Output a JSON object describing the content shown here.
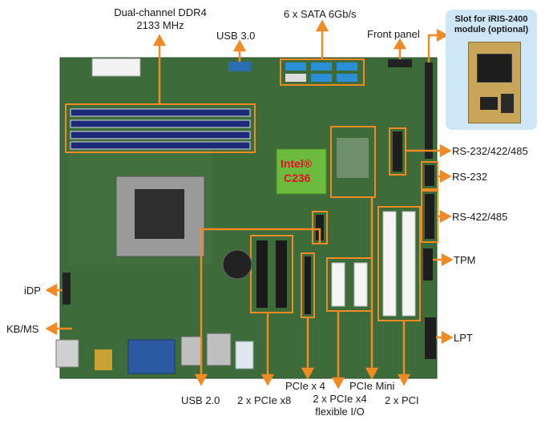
{
  "labels": {
    "ddr4_line1": "Dual-channel DDR4",
    "ddr4_line2": "2133 MHz",
    "usb3": "USB 3.0",
    "sata": "6 x SATA 6Gb/s",
    "front_panel": "Front panel",
    "iris_line1": "Slot for iRIS-2400",
    "iris_line2": "module (optional)",
    "rs232_422_485": "RS-232/422/485",
    "rs232": "RS-232",
    "rs422_485": "RS-422/485",
    "tpm": "TPM",
    "lpt": "LPT",
    "idp": "iDP",
    "kbms": "KB/MS",
    "usb2": "USB 2.0",
    "pcie_x8": "2 x PCIe x8",
    "pcie_x4": "PCIe x 4",
    "pcie_x4_flex_line1": "2 x PCIe x4",
    "pcie_x4_flex_line2": "flexible I/O",
    "pcie_mini": "PCIe Mini",
    "pci": "2 x PCI",
    "chipset_line1": "Intel®",
    "chipset_line2": "C236"
  },
  "colors": {
    "accent": "#f08a24",
    "board": "#3d6b3a",
    "inset_bg": "#cfe6f7",
    "chipset_text": "#e0102a",
    "chipset_bg": "#6dbb3c"
  }
}
